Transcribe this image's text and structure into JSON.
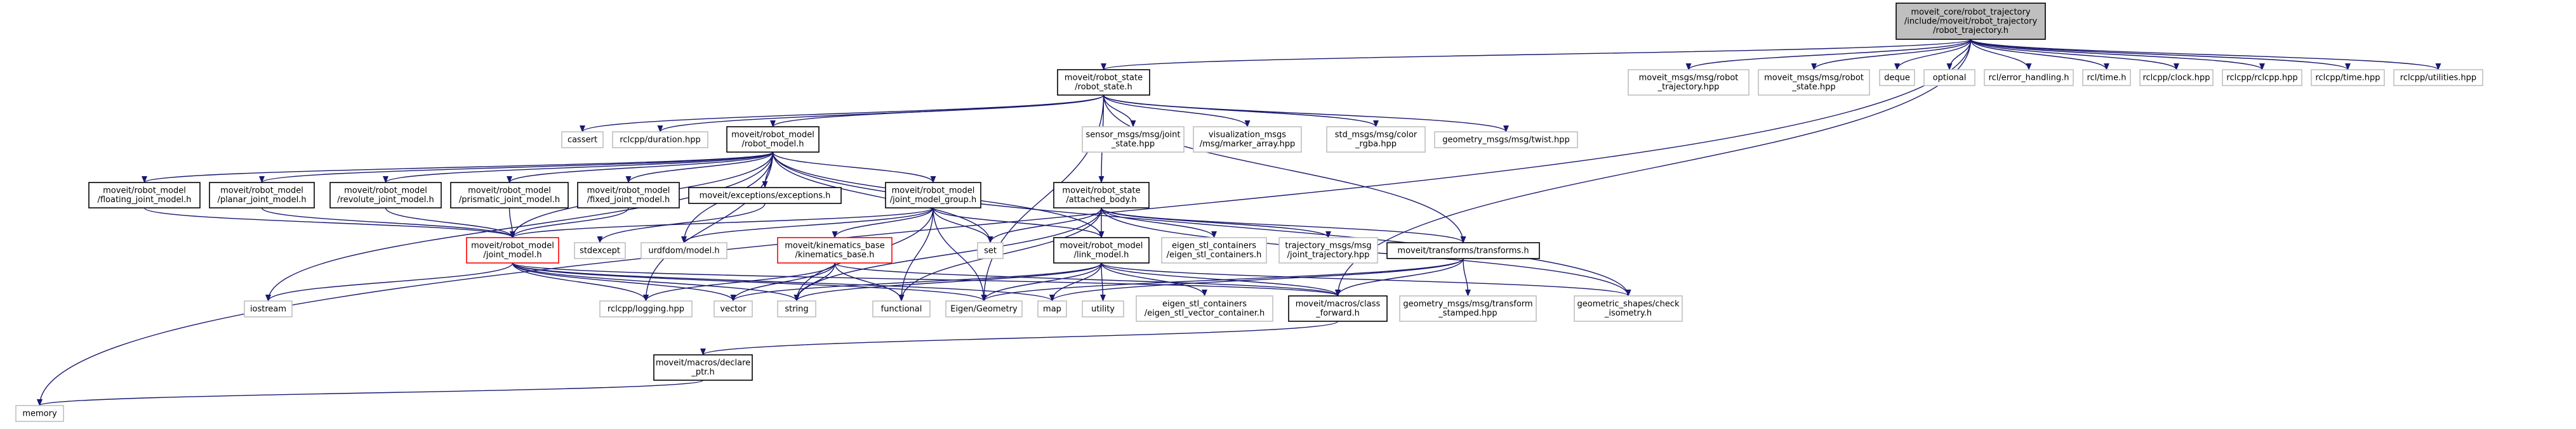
{
  "title": "",
  "nodes": [
    {
      "id": "root",
      "kind": "root",
      "lines": [
        "moveit_core/robot_trajectory",
        "/include/moveit/robot_trajectory",
        "/robot_trajectory.h"
      ]
    },
    {
      "id": "robot_state",
      "kind": "int",
      "lines": [
        "moveit/robot_state",
        "/robot_state.h"
      ]
    },
    {
      "id": "rt_msg",
      "kind": "ext",
      "lines": [
        "moveit_msgs/msg/robot",
        "_trajectory.hpp"
      ]
    },
    {
      "id": "rs_msg",
      "kind": "ext",
      "lines": [
        "moveit_msgs/msg/robot",
        "_state.hpp"
      ]
    },
    {
      "id": "deque",
      "kind": "ext",
      "lines": [
        "deque"
      ]
    },
    {
      "id": "optional",
      "kind": "ext",
      "lines": [
        "optional"
      ]
    },
    {
      "id": "err",
      "kind": "ext",
      "lines": [
        "rcl/error_handling.h"
      ]
    },
    {
      "id": "time_h",
      "kind": "ext",
      "lines": [
        "rcl/time.h"
      ]
    },
    {
      "id": "clock",
      "kind": "ext",
      "lines": [
        "rclcpp/clock.hpp"
      ]
    },
    {
      "id": "rclcpp",
      "kind": "ext",
      "lines": [
        "rclcpp/rclcpp.hpp"
      ]
    },
    {
      "id": "rtime",
      "kind": "ext",
      "lines": [
        "rclcpp/time.hpp"
      ]
    },
    {
      "id": "util",
      "kind": "ext",
      "lines": [
        "rclcpp/utilities.hpp"
      ]
    },
    {
      "id": "cassert",
      "kind": "ext",
      "lines": [
        "cassert"
      ]
    },
    {
      "id": "duration",
      "kind": "ext",
      "lines": [
        "rclcpp/duration.hpp"
      ]
    },
    {
      "id": "robot_model",
      "kind": "int",
      "lines": [
        "moveit/robot_model",
        "/robot_model.h"
      ]
    },
    {
      "id": "sensor",
      "kind": "ext",
      "lines": [
        "sensor_msgs/msg/joint",
        "_state.hpp"
      ]
    },
    {
      "id": "vis",
      "kind": "ext",
      "lines": [
        "visualization_msgs",
        "/msg/marker_array.hpp"
      ]
    },
    {
      "id": "color",
      "kind": "ext",
      "lines": [
        "std_msgs/msg/color",
        "_rgba.hpp"
      ]
    },
    {
      "id": "twist",
      "kind": "ext",
      "lines": [
        "geometry_msgs/msg/twist.hpp"
      ]
    },
    {
      "id": "floating",
      "kind": "int",
      "lines": [
        "moveit/robot_model",
        "/floating_joint_model.h"
      ]
    },
    {
      "id": "planar",
      "kind": "int",
      "lines": [
        "moveit/robot_model",
        "/planar_joint_model.h"
      ]
    },
    {
      "id": "revolute",
      "kind": "int",
      "lines": [
        "moveit/robot_model",
        "/revolute_joint_model.h"
      ]
    },
    {
      "id": "prismatic",
      "kind": "int",
      "lines": [
        "moveit/robot_model",
        "/prismatic_joint_model.h"
      ]
    },
    {
      "id": "fixed",
      "kind": "int",
      "lines": [
        "moveit/robot_model",
        "/fixed_joint_model.h"
      ]
    },
    {
      "id": "exceptions",
      "kind": "int",
      "lines": [
        "moveit/exceptions/exceptions.h"
      ]
    },
    {
      "id": "jmg",
      "kind": "int",
      "lines": [
        "moveit/robot_model",
        "/joint_model_group.h"
      ]
    },
    {
      "id": "attached",
      "kind": "int",
      "lines": [
        "moveit/robot_state",
        "/attached_body.h"
      ]
    },
    {
      "id": "joint_model",
      "kind": "red",
      "lines": [
        "moveit/robot_model",
        "/joint_model.h"
      ]
    },
    {
      "id": "stdexcept",
      "kind": "ext",
      "lines": [
        "stdexcept"
      ]
    },
    {
      "id": "urdf",
      "kind": "ext",
      "lines": [
        "urdfdom/model.h"
      ]
    },
    {
      "id": "kin",
      "kind": "red",
      "lines": [
        "moveit/kinematics_base",
        "/kinematics_base.h"
      ]
    },
    {
      "id": "set",
      "kind": "ext",
      "lines": [
        "set"
      ]
    },
    {
      "id": "link_model",
      "kind": "int",
      "lines": [
        "moveit/robot_model",
        "/link_model.h"
      ]
    },
    {
      "id": "eigen_cont",
      "kind": "ext",
      "lines": [
        "eigen_stl_containers",
        "/eigen_stl_containers.h"
      ]
    },
    {
      "id": "traj_msg",
      "kind": "ext",
      "lines": [
        "trajectory_msgs/msg",
        "/joint_trajectory.hpp"
      ]
    },
    {
      "id": "transforms",
      "kind": "int",
      "lines": [
        "moveit/transforms/transforms.h"
      ]
    },
    {
      "id": "iostream",
      "kind": "ext",
      "lines": [
        "iostream"
      ]
    },
    {
      "id": "logging",
      "kind": "ext",
      "lines": [
        "rclcpp/logging.hpp"
      ]
    },
    {
      "id": "vector",
      "kind": "ext",
      "lines": [
        "vector"
      ]
    },
    {
      "id": "string",
      "kind": "ext",
      "lines": [
        "string"
      ]
    },
    {
      "id": "functional",
      "kind": "ext",
      "lines": [
        "functional"
      ]
    },
    {
      "id": "eigen_geo",
      "kind": "ext",
      "lines": [
        "Eigen/Geometry"
      ]
    },
    {
      "id": "map",
      "kind": "ext",
      "lines": [
        "map"
      ]
    },
    {
      "id": "utility",
      "kind": "ext",
      "lines": [
        "utility"
      ]
    },
    {
      "id": "eigen_vec",
      "kind": "ext",
      "lines": [
        "eigen_stl_containers",
        "/eigen_stl_vector_container.h"
      ]
    },
    {
      "id": "class_fwd",
      "kind": "int",
      "lines": [
        "moveit/macros/class",
        "_forward.h"
      ]
    },
    {
      "id": "tf_stamped",
      "kind": "ext",
      "lines": [
        "geometry_msgs/msg/transform",
        "_stamped.hpp"
      ]
    },
    {
      "id": "shapes",
      "kind": "ext",
      "lines": [
        "geometric_shapes/check",
        "_isometry.h"
      ]
    },
    {
      "id": "declare_ptr",
      "kind": "int",
      "lines": [
        "moveit/macros/declare",
        "_ptr.h"
      ]
    },
    {
      "id": "memory",
      "kind": "ext",
      "lines": [
        "memory"
      ]
    }
  ],
  "edges": [
    [
      "root",
      "robot_state"
    ],
    [
      "root",
      "rt_msg"
    ],
    [
      "root",
      "rs_msg"
    ],
    [
      "root",
      "deque"
    ],
    [
      "root",
      "optional"
    ],
    [
      "root",
      "err"
    ],
    [
      "root",
      "time_h"
    ],
    [
      "root",
      "clock"
    ],
    [
      "root",
      "rclcpp"
    ],
    [
      "root",
      "rtime"
    ],
    [
      "root",
      "util"
    ],
    [
      "root",
      "memory"
    ],
    [
      "root",
      "class_fwd"
    ],
    [
      "robot_state",
      "cassert"
    ],
    [
      "robot_state",
      "duration"
    ],
    [
      "robot_state",
      "robot_model"
    ],
    [
      "robot_state",
      "sensor"
    ],
    [
      "robot_state",
      "vis"
    ],
    [
      "robot_state",
      "color"
    ],
    [
      "robot_state",
      "twist"
    ],
    [
      "robot_state",
      "attached"
    ],
    [
      "robot_state",
      "transforms"
    ],
    [
      "robot_state",
      "eigen_geo"
    ],
    [
      "robot_model",
      "floating"
    ],
    [
      "robot_model",
      "planar"
    ],
    [
      "robot_model",
      "revolute"
    ],
    [
      "robot_model",
      "prismatic"
    ],
    [
      "robot_model",
      "fixed"
    ],
    [
      "robot_model",
      "exceptions"
    ],
    [
      "robot_model",
      "jmg"
    ],
    [
      "robot_model",
      "urdf"
    ],
    [
      "robot_model",
      "iostream"
    ],
    [
      "robot_model",
      "logging"
    ],
    [
      "robot_model",
      "set"
    ],
    [
      "robot_model",
      "shapes"
    ],
    [
      "robot_model",
      "link_model"
    ],
    [
      "robot_model",
      "joint_model"
    ],
    [
      "floating",
      "joint_model"
    ],
    [
      "planar",
      "joint_model"
    ],
    [
      "revolute",
      "joint_model"
    ],
    [
      "prismatic",
      "joint_model"
    ],
    [
      "fixed",
      "joint_model"
    ],
    [
      "exceptions",
      "stdexcept"
    ],
    [
      "jmg",
      "joint_model"
    ],
    [
      "jmg",
      "kin"
    ],
    [
      "jmg",
      "set"
    ],
    [
      "jmg",
      "string"
    ],
    [
      "jmg",
      "functional"
    ],
    [
      "jmg",
      "eigen_geo"
    ],
    [
      "jmg",
      "urdf"
    ],
    [
      "jmg",
      "link_model"
    ],
    [
      "joint_model",
      "iostream"
    ],
    [
      "joint_model",
      "logging"
    ],
    [
      "joint_model",
      "vector"
    ],
    [
      "joint_model",
      "string"
    ],
    [
      "joint_model",
      "map"
    ],
    [
      "joint_model",
      "eigen_geo"
    ],
    [
      "joint_model",
      "class_fwd"
    ],
    [
      "kin",
      "vector"
    ],
    [
      "kin",
      "string"
    ],
    [
      "kin",
      "functional"
    ],
    [
      "kin",
      "logging"
    ],
    [
      "kin",
      "class_fwd"
    ],
    [
      "attached",
      "link_model"
    ],
    [
      "attached",
      "eigen_cont"
    ],
    [
      "attached",
      "traj_msg"
    ],
    [
      "attached",
      "transforms"
    ],
    [
      "attached",
      "set"
    ],
    [
      "attached",
      "functional"
    ],
    [
      "attached",
      "shapes"
    ],
    [
      "attached",
      "string"
    ],
    [
      "link_model",
      "map"
    ],
    [
      "link_model",
      "utility"
    ],
    [
      "link_model",
      "eigen_vec"
    ],
    [
      "link_model",
      "eigen_geo"
    ],
    [
      "link_model",
      "vector"
    ],
    [
      "link_model",
      "class_fwd"
    ],
    [
      "link_model",
      "string"
    ],
    [
      "link_model",
      "shapes"
    ],
    [
      "transforms",
      "class_fwd"
    ],
    [
      "transforms",
      "tf_stamped"
    ],
    [
      "transforms",
      "eigen_geo"
    ],
    [
      "transforms",
      "map"
    ],
    [
      "class_fwd",
      "declare_ptr"
    ],
    [
      "declare_ptr",
      "memory"
    ]
  ]
}
